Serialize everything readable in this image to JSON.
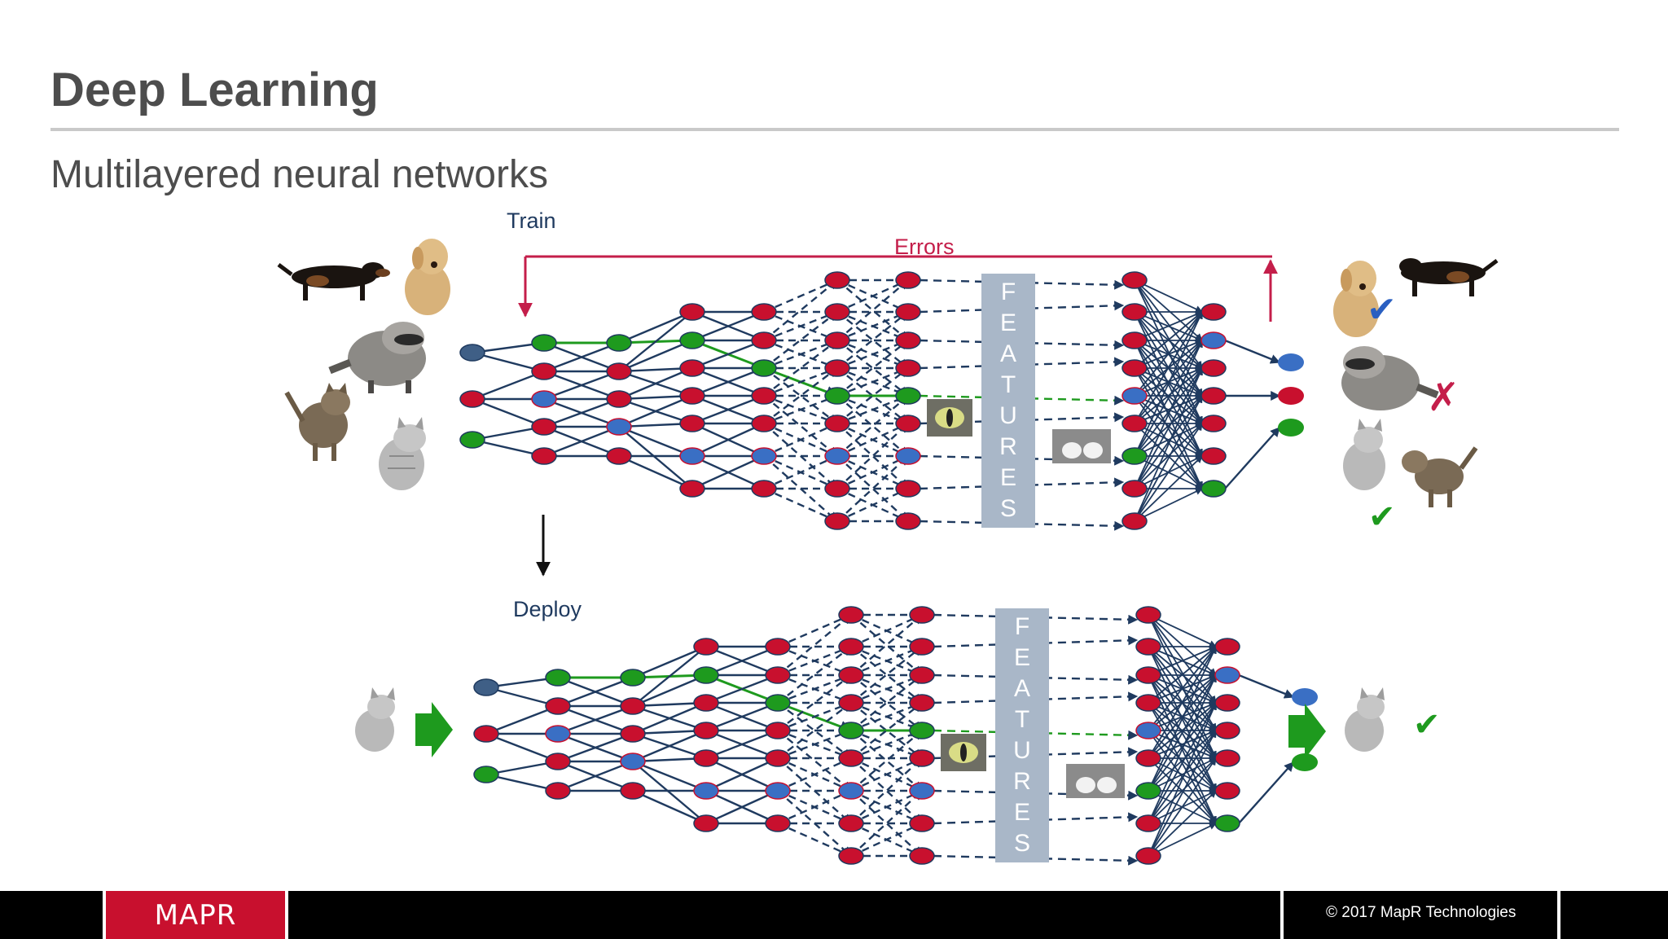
{
  "slide": {
    "title": "Deep Learning",
    "subtitle": "Multilayered neural networks",
    "copyright": "© 2017 MapR Technologies",
    "logo": "MAPR"
  },
  "diagram": {
    "train_label": "Train",
    "deploy_label": "Deploy",
    "errors_label": "Errors",
    "features_label": [
      "F",
      "E",
      "A",
      "T",
      "U",
      "R",
      "E",
      "S"
    ],
    "marks": {
      "check": "✔",
      "cross": "✗"
    },
    "colors": {
      "node_red": "#c8102e",
      "node_blue": "#3a6fc4",
      "node_green": "#1e9a1e",
      "input_blue": "#3f5f86",
      "edge": "#1f3a5f",
      "errors": "#c41e4a",
      "features_bg": "#a9b7c8",
      "check_blue": "#2a5fc1",
      "check_green": "#1e9a1e",
      "cross_red": "#c41e4a"
    },
    "icons": [
      "dachshund-icon",
      "labrador-icon",
      "raccoon-icon",
      "tabby-cat-icon",
      "gray-cat-icon",
      "cat-eye-icon",
      "cat-paws-icon",
      "green-arrow-icon"
    ]
  }
}
